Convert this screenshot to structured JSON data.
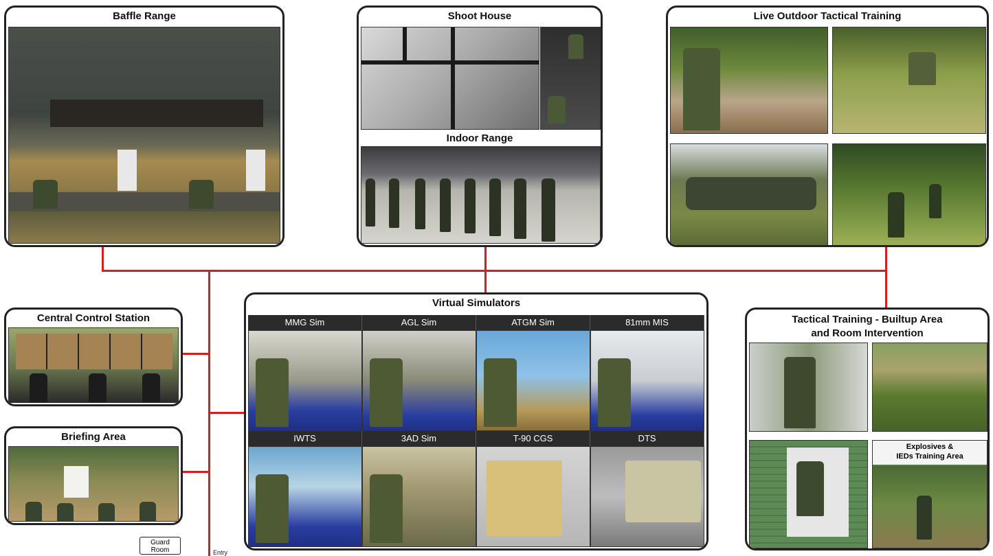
{
  "panels": {
    "baffle": "Baffle Range",
    "shoot_house": "Shoot House",
    "indoor": "Indoor Range",
    "outdoor": "Live Outdoor Tactical Training",
    "control": "Central Control Station",
    "briefing": "Briefing Area",
    "virtual": "Virtual Simulators",
    "builtup_1": "Tactical Training - Builtup Area",
    "builtup_2": "and Room Intervention",
    "explosives_1": "Explosives &",
    "explosives_2": "IEDs Training Area"
  },
  "simulators": [
    "MMG Sim",
    "AGL Sim",
    "ATGM Sim",
    "81mm MIS",
    "IWTS",
    "3AD Sim",
    "T-90 CGS",
    "DTS"
  ],
  "guard_room_1": "Guard",
  "guard_room_2": "Room",
  "entry": "Entry",
  "colors": {
    "connector": "#d21f1f",
    "border": "#222222",
    "label_bar": "#2b2b2b"
  }
}
